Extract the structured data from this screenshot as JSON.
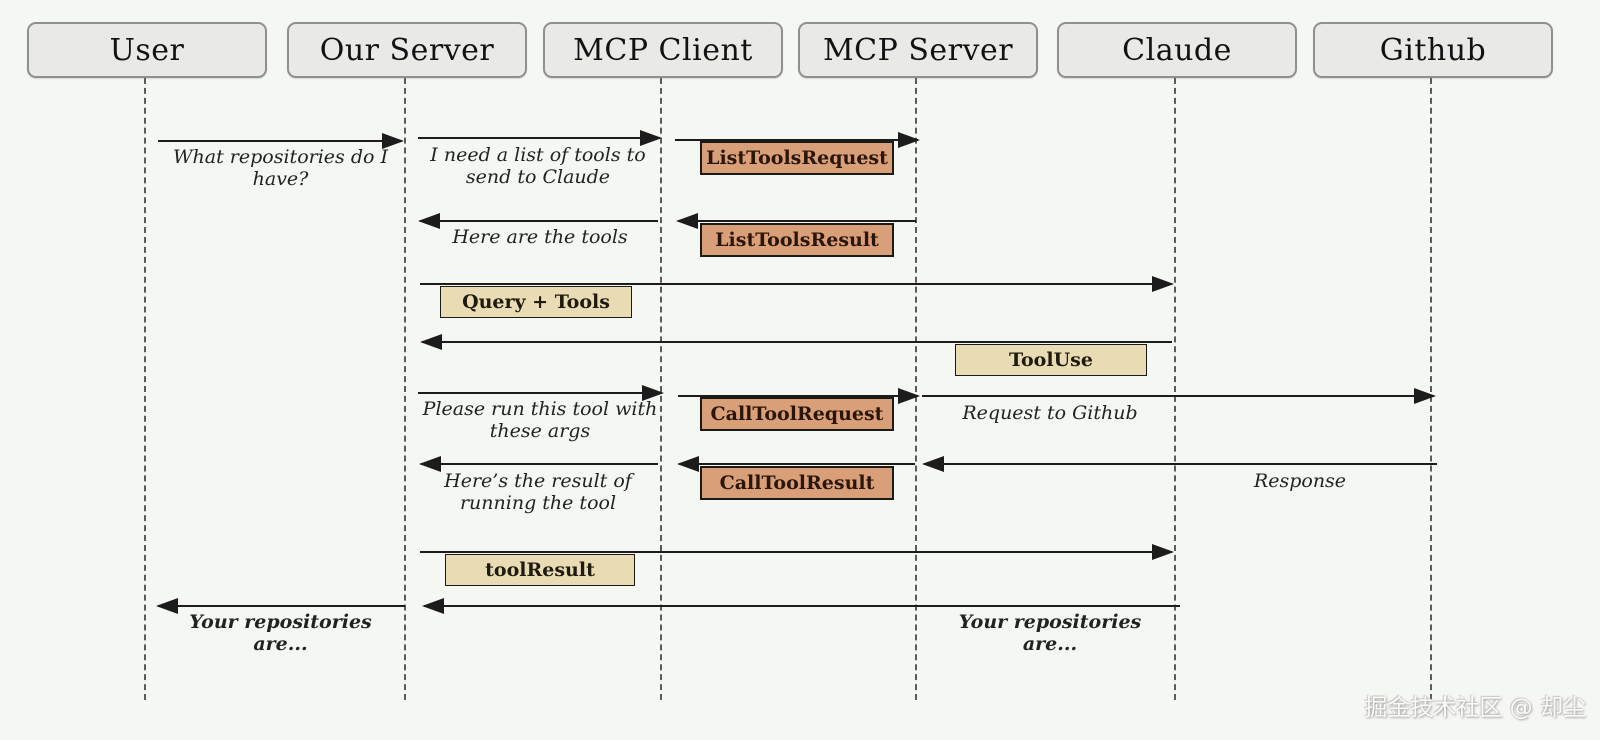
{
  "actors": [
    {
      "label": "User"
    },
    {
      "label": "Our Server"
    },
    {
      "label": "MCP Client"
    },
    {
      "label": "MCP Server"
    },
    {
      "label": "Claude"
    },
    {
      "label": "Github"
    }
  ],
  "messages": [
    {
      "from": "User",
      "to": "Our Server",
      "text": "What repositories do I have?",
      "style": "plain"
    },
    {
      "from": "Our Server",
      "to": "MCP Client",
      "text": "I need a list of tools to send to Claude",
      "style": "plain"
    },
    {
      "from": "MCP Client",
      "to": "MCP Server",
      "text": "ListToolsRequest",
      "style": "request-box"
    },
    {
      "from": "MCP Server",
      "to": "MCP Client",
      "text": "ListToolsResult",
      "style": "request-box"
    },
    {
      "from": "MCP Client",
      "to": "Our Server",
      "text": "Here are the tools",
      "style": "plain"
    },
    {
      "from": "Our Server",
      "to": "Claude",
      "text": "Query + Tools",
      "style": "data-box"
    },
    {
      "from": "Claude",
      "to": "Our Server",
      "text": "ToolUse",
      "style": "data-box"
    },
    {
      "from": "Our Server",
      "to": "MCP Client",
      "text": "Please run this tool with these args",
      "style": "plain"
    },
    {
      "from": "MCP Client",
      "to": "MCP Server",
      "text": "CallToolRequest",
      "style": "request-box"
    },
    {
      "from": "MCP Server",
      "to": "Github",
      "text": "Request to Github",
      "style": "plain"
    },
    {
      "from": "Github",
      "to": "MCP Server",
      "text": "Response",
      "style": "plain"
    },
    {
      "from": "MCP Server",
      "to": "MCP Client",
      "text": "CallToolResult",
      "style": "request-box"
    },
    {
      "from": "MCP Client",
      "to": "Our Server",
      "text": "Here’s the result of running the tool",
      "style": "plain"
    },
    {
      "from": "Our Server",
      "to": "Claude",
      "text": "toolResult",
      "style": "data-box"
    },
    {
      "from": "Claude",
      "to": "Our Server",
      "text": "Your repositories are...",
      "style": "plain-bold"
    },
    {
      "from": "Our Server",
      "to": "User",
      "text": "Your repositories are...",
      "style": "plain-bold"
    }
  ],
  "watermark": "掘金技术社区 @ 却尘",
  "colors": {
    "background": "#f5f7f2",
    "actor_fill": "#e9eae7",
    "actor_border": "#8f9090",
    "request_box_fill": "#d99f79",
    "data_box_fill": "#e9dcb4",
    "line": "#1c1c1c",
    "lifeline": "#5b5b58"
  }
}
